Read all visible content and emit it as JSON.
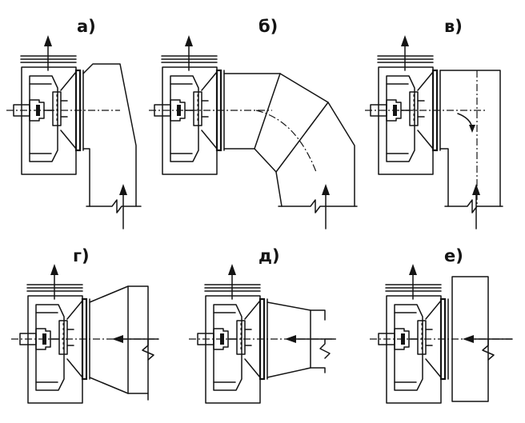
{
  "panels": [
    {
      "id": "a",
      "label": "а)",
      "variant": "tapered-box-bottom-inlet"
    },
    {
      "id": "b",
      "label": "б)",
      "variant": "elbow-bottom-inlet"
    },
    {
      "id": "v",
      "label": "в)",
      "variant": "box-elbow-bottom-inlet"
    },
    {
      "id": "g",
      "label": "г)",
      "variant": "diffuser-side-inlet"
    },
    {
      "id": "d",
      "label": "д)",
      "variant": "confuser-side-inlet"
    },
    {
      "id": "e",
      "label": "е)",
      "variant": "plenum-side-inlet"
    }
  ],
  "colors": {
    "line": "#141414",
    "background": "#ffffff"
  }
}
